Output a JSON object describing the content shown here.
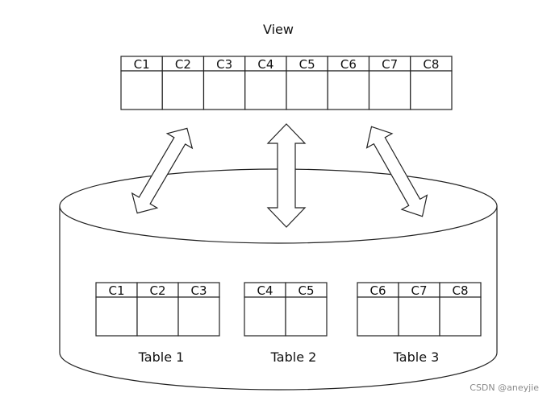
{
  "view": {
    "title": "View",
    "columns": [
      "C1",
      "C2",
      "C3",
      "C4",
      "C5",
      "C6",
      "C7",
      "C8"
    ]
  },
  "database": {
    "tables": [
      {
        "name": "Table 1",
        "columns": [
          "C1",
          "C2",
          "C3"
        ]
      },
      {
        "name": "Table 2",
        "columns": [
          "C4",
          "C5"
        ]
      },
      {
        "name": "Table 3",
        "columns": [
          "C6",
          "C7",
          "C8"
        ]
      }
    ]
  },
  "watermark": "CSDN @aneyjie",
  "colors": {
    "stroke": "#222222",
    "fill": "#ffffff",
    "text": "#111111"
  }
}
